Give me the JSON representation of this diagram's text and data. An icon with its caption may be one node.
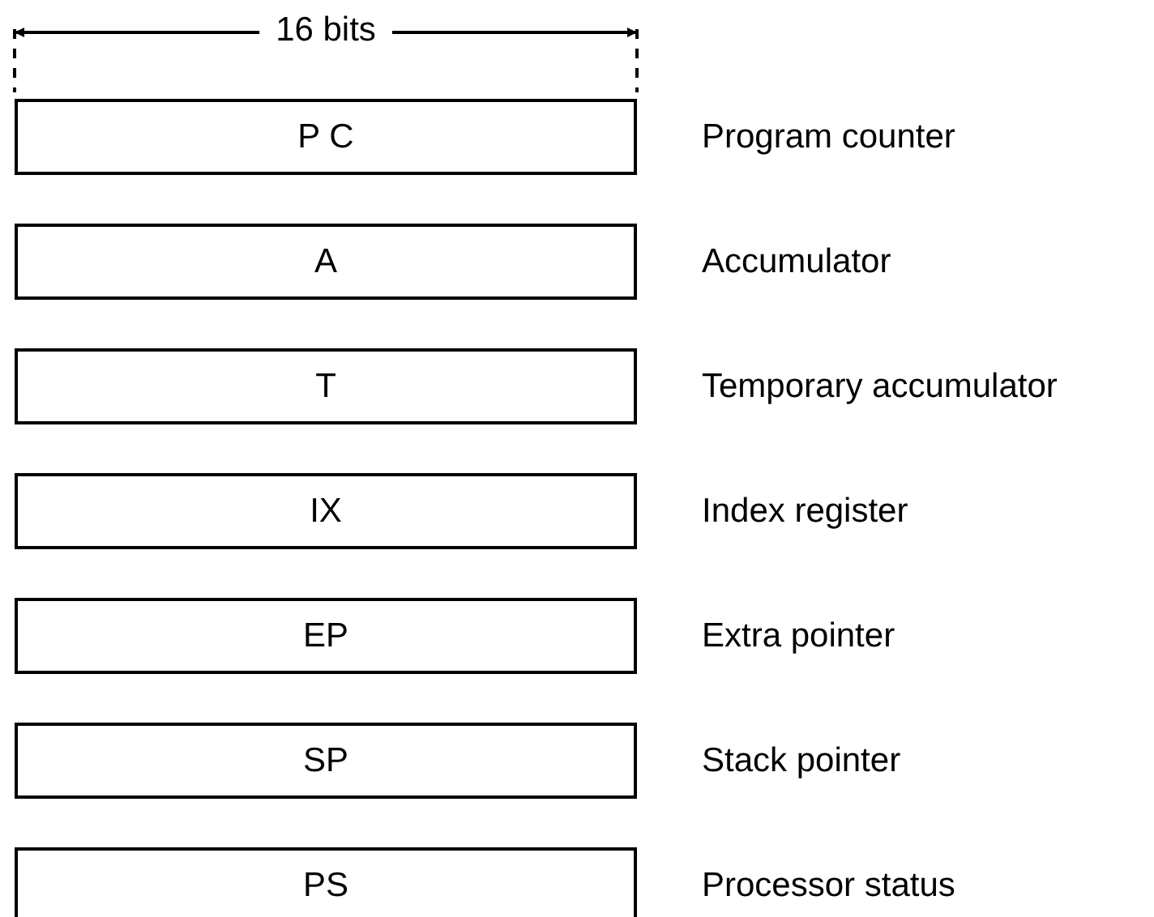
{
  "diagram": {
    "nodes": [
      {
        "text": [
          "P C"
        ],
        "beside": [
          "Program counter"
        ]
      },
      {
        "text": [
          "A"
        ],
        "beside": [
          "Accumulator"
        ]
      },
      {
        "text": [
          "T"
        ],
        "beside": [
          "Temporary accumulator"
        ]
      },
      {
        "text": [
          "IX"
        ],
        "beside": [
          "Index register"
        ]
      },
      {
        "text": [
          "EP"
        ],
        "beside": [
          "Extra pointer"
        ]
      },
      {
        "text": [
          "SP"
        ],
        "beside": [
          "Stack pointer"
        ]
      },
      {
        "text": [
          "PS"
        ],
        "beside": [
          "Processor status"
        ]
      }
    ],
    "labels": [
      "16 bits"
    ]
  }
}
